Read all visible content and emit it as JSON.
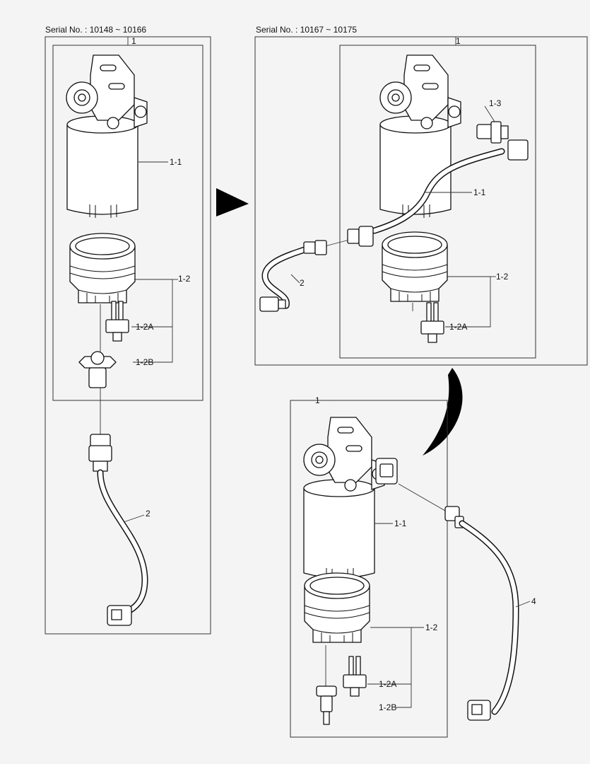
{
  "serials": {
    "left": "Serial No. : 10148 ~ 10166",
    "right": "Serial No. : 10167 ~ 10175"
  },
  "labels": {
    "assembly": "1",
    "filter_element": "1-1",
    "bowl": "1-2",
    "bowl_sensor": "1-2A",
    "bowl_sensor_base": "1-2B",
    "sensor": "1-3",
    "harness": "2",
    "harness_new": "4"
  },
  "colors": {
    "line": "#111111",
    "background": "#f4f4f4",
    "arrow": "#000000"
  }
}
